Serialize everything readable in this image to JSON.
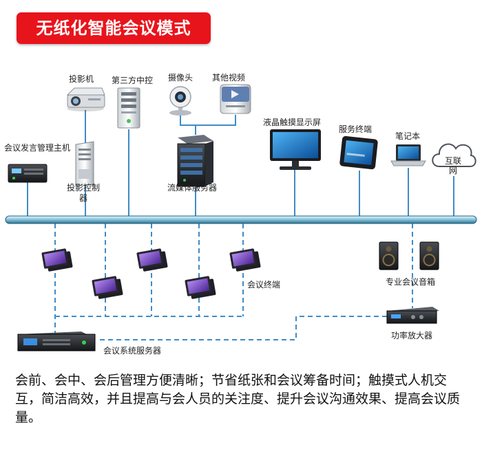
{
  "title": "无纸化智能会议模式",
  "devices": {
    "projector": "投影机",
    "third_party_control": "第三方中控",
    "camera": "摄像头",
    "other_video": "其他视频",
    "lcd_touch_display": "液晶触摸显示屏",
    "service_terminal": "服务终端",
    "laptop": "笔记本",
    "internet": "互联网",
    "host_machine": "会议发言管理主机",
    "projector_controller": "投影控制器",
    "streaming_server": "流媒体服务器",
    "meeting_terminal": "会议终端",
    "speakers": "专业会议音箱",
    "amplifier": "功率放大器",
    "system_server": "会议系统服务器"
  },
  "description": "会前、会中、会后管理方便清晰；节省纸张和会议筹备时间；触摸式人机交互，简洁高效，并且提高与会人员的关注度、提升会议沟通效果、提高会议质量。"
}
